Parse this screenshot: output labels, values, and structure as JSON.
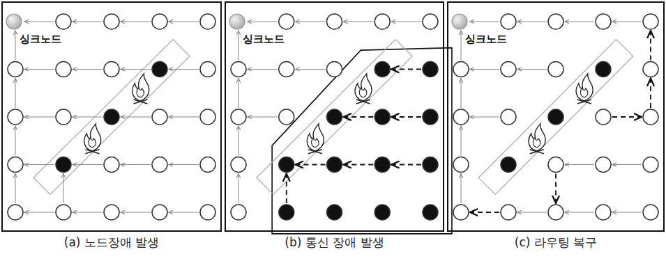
{
  "diagram": {
    "nodes": [
      {
        "text": [
          "(a) 노드장애 발생"
        ]
      },
      {
        "text": [
          "싱크노드"
        ],
        "in": 0
      },
      {
        "text": [
          "(b) 통신 장애 발생"
        ]
      },
      {
        "text": [
          "싱크노드"
        ],
        "in": 2
      },
      {
        "text": [
          "(c) 라우팅 복구"
        ]
      },
      {
        "text": [
          "싱크노드"
        ],
        "in": 4
      }
    ]
  }
}
